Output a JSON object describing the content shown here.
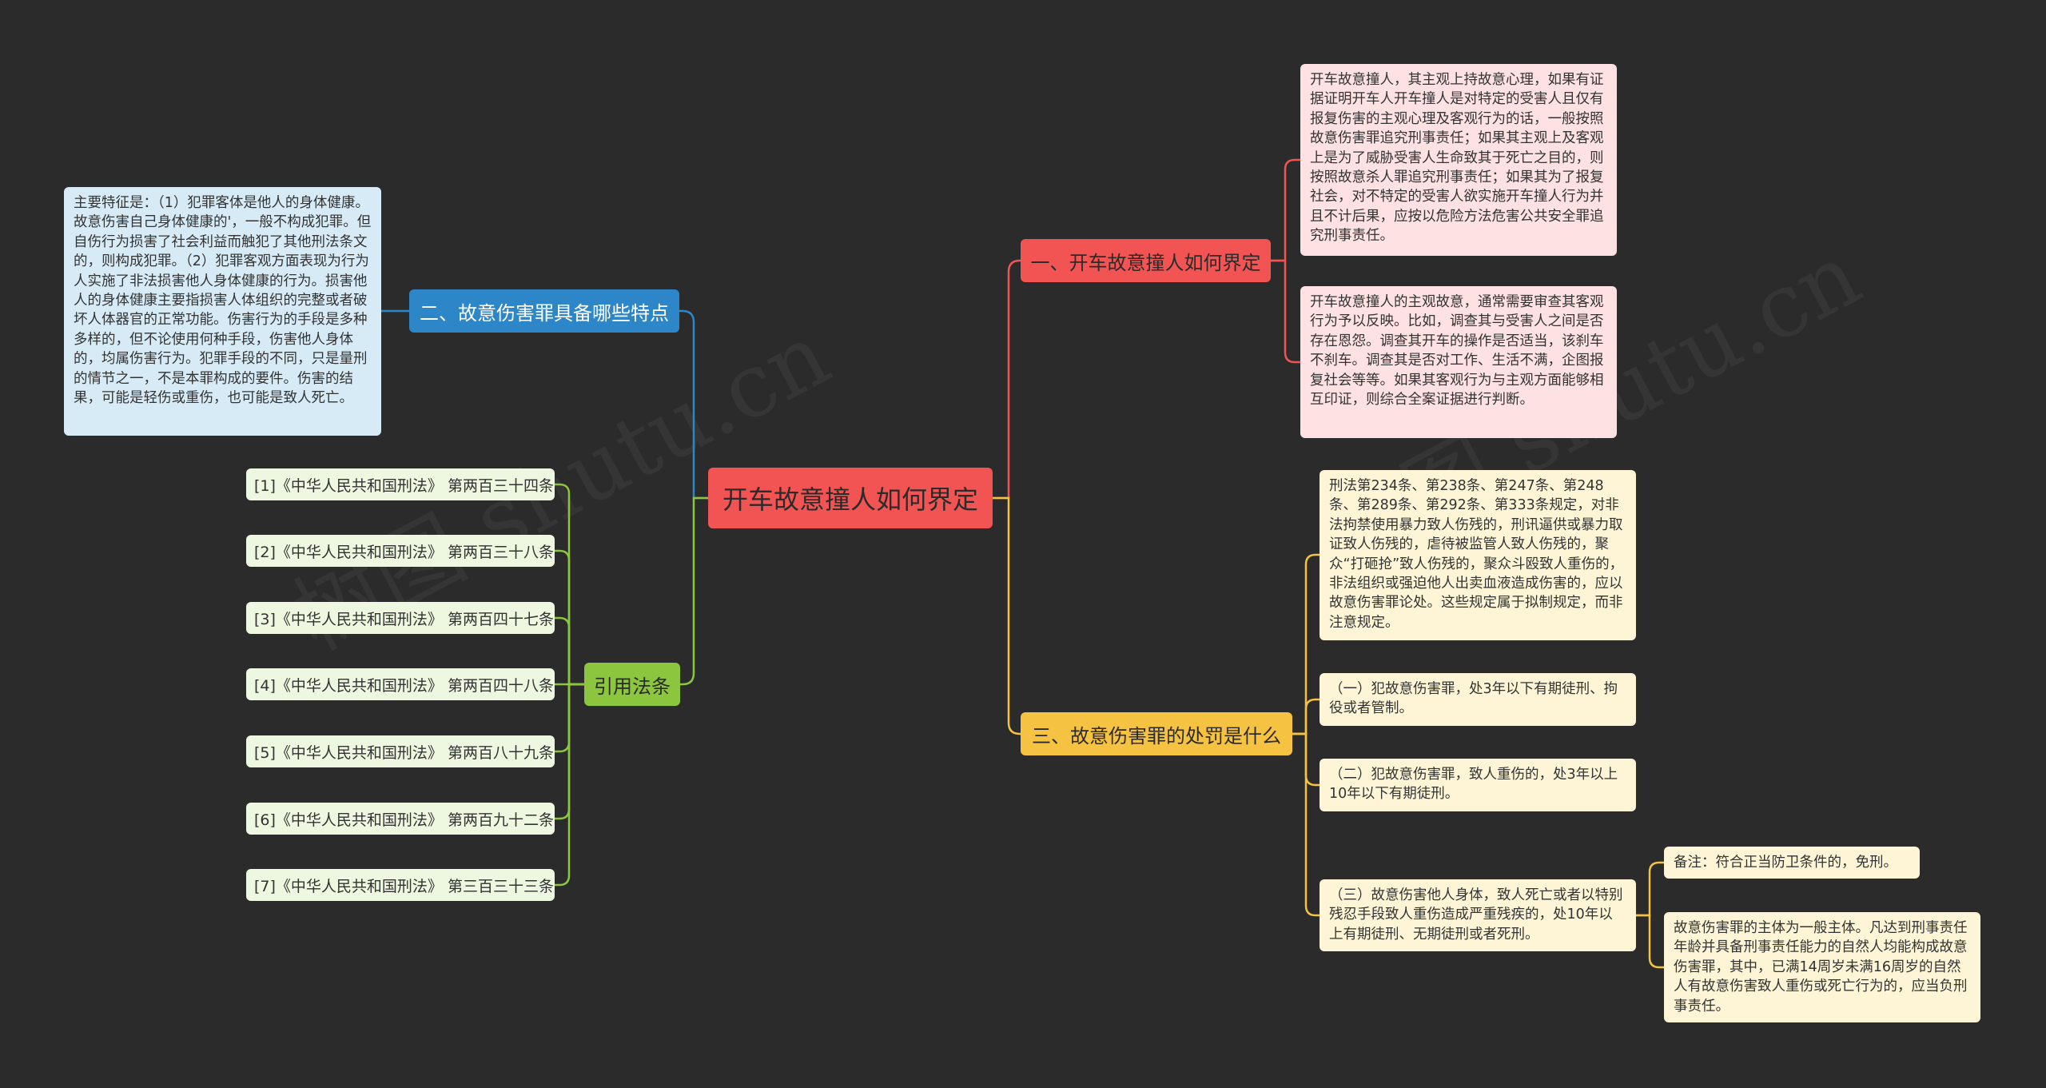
{
  "colors": {
    "background": "#2b2b2b",
    "red": "#f25454",
    "blue": "#2d86c7",
    "green": "#8cc63f",
    "yellow": "#f5c242"
  },
  "root": {
    "label": "开车故意撞人如何界定"
  },
  "branches": {
    "define": {
      "label": "一、开车故意撞人如何界定",
      "notes": [
        "开车故意撞人，其主观上持故意心理，如果有证据证明开车人开车撞人是对特定的受害人且仅有报复伤害的主观心理及客观行为的话，一般按照故意伤害罪追究刑事责任；如果其主观上及客观上是为了威胁受害人生命致其于死亡之目的，则按照故意杀人罪追究刑事责任；如果其为了报复社会，对不特定的受害人欲实施开车撞人行为并且不计后果，应按以危险方法危害公共安全罪追究刑事责任。",
        "开车故意撞人的主观故意，通常需要审查其客观行为予以反映。比如，调查其与受害人之间是否存在恩怨。调查其开车的操作是否适当，该刹车不刹车。调查其是否对工作、生活不满，企图报复社会等等。如果其客观行为与主观方面能够相互印证，则综合全案证据进行判断。"
      ]
    },
    "features": {
      "label": "二、故意伤害罪具备哪些特点",
      "notes": [
        "主要特征是：（1）犯罪客体是他人的身体健康。故意伤害自己身体健康的'，一般不构成犯罪。但自伤行为损害了社会利益而触犯了其他刑法条文的，则构成犯罪。（2）犯罪客观方面表现为行为人实施了非法损害他人身体健康的行为。损害他人的身体健康主要指损害人体组织的完整或者破坏人体器官的正常功能。伤害行为的手段是多种多样的，但不论使用何种手段，伤害他人身体的，均属伤害行为。犯罪手段的不同，只是量刑的情节之一，不是本罪构成的要件。伤害的结果，可能是轻伤或重伤，也可能是致人死亡。"
      ]
    },
    "laws": {
      "label": "引用法条",
      "items": [
        "[1]《中华人民共和国刑法》 第两百三十四条",
        "[2]《中华人民共和国刑法》 第两百三十八条",
        "[3]《中华人民共和国刑法》 第两百四十七条",
        "[4]《中华人民共和国刑法》 第两百四十八条",
        "[5]《中华人民共和国刑法》 第两百八十九条",
        "[6]《中华人民共和国刑法》 第两百九十二条",
        "[7]《中华人民共和国刑法》 第三百三十三条"
      ]
    },
    "punishment": {
      "label": "三、故意伤害罪的处罚是什么",
      "notes": [
        "刑法第234条、第238条、第247条、第248条、第289条、第292条、第333条规定，对非法拘禁使用暴力致人伤残的，刑讯逼供或暴力取证致人伤残的，虐待被监管人致人伤残的，聚众“打砸抢”致人伤残的，聚众斗殴致人重伤的，非法组织或强迫他人出卖血液造成伤害的，应以故意伤害罪论处。这些规定属于拟制规定，而非注意规定。",
        "（一）犯故意伤害罪，处3年以下有期徒刑、拘役或者管制。",
        "（二）犯故意伤害罪，致人重伤的，处3年以上10年以下有期徒刑。",
        "（三）故意伤害他人身体，致人死亡或者以特别残忍手段致人重伤造成严重残疾的，处10年以上有期徒刑、无期徒刑或者死刑。"
      ],
      "sub_notes": [
        "备注：符合正当防卫条件的，免刑。",
        "故意伤害罪的主体为一般主体。凡达到刑事责任年龄并具备刑事责任能力的自然人均能构成故意伤害罪，其中，已满14周岁未满16周岁的自然人有故意伤害致人重伤或死亡行为的，应当负刑事责任。"
      ]
    }
  }
}
